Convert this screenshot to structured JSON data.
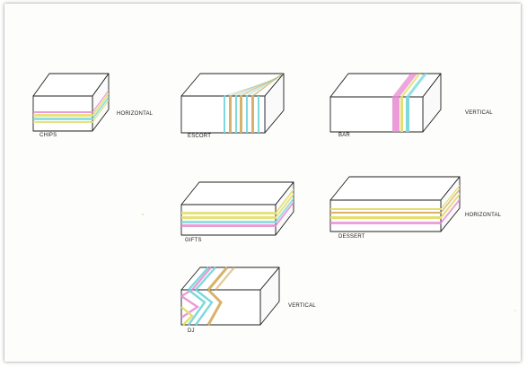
{
  "colors": {
    "pink": "#e88ad0",
    "yellow": "#e4df6e",
    "cyan": "#7dd9dc",
    "gold": "#d7b26a",
    "outline": "#1e1e1e"
  },
  "boxes": [
    {
      "name": "chips",
      "label": "CHIPS",
      "direction": "HORIZONTAL"
    },
    {
      "name": "escort",
      "label": "ESCORT",
      "direction": ""
    },
    {
      "name": "bar",
      "label": "BAR",
      "direction": "VERTICAL"
    },
    {
      "name": "gifts",
      "label": "GIFTS",
      "direction": ""
    },
    {
      "name": "dessert",
      "label": "DESSERT",
      "direction": "HORIZONTAL"
    },
    {
      "name": "dj",
      "label": "DJ",
      "direction": "VERTICAL"
    }
  ]
}
